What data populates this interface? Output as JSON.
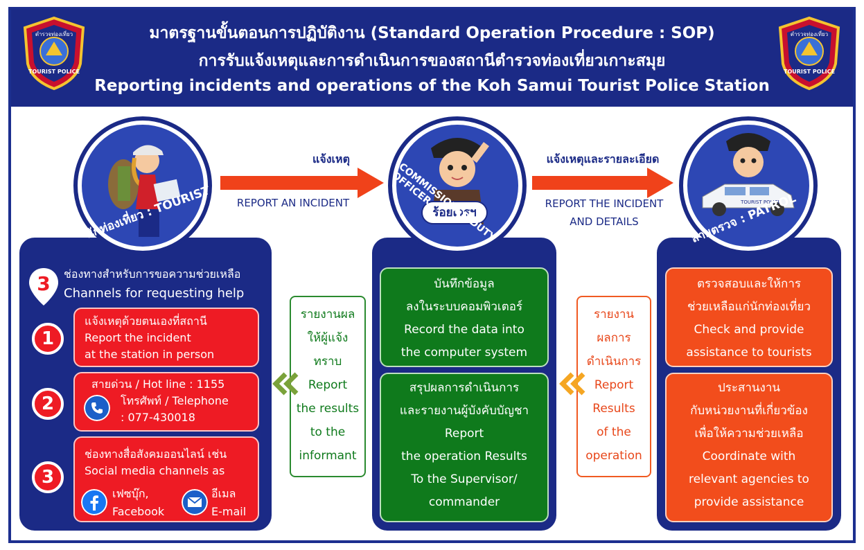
{
  "header": {
    "title_line1": "มาตรฐานขั้นตอนการปฏิบัติงาน (Standard Operation Procedure : SOP)",
    "title_line2": "การรับแจ้งเหตุและการดำเนินการของสถานีตำรวจท่องเที่ยวเกาะสมุย",
    "title_line3": "Reporting incidents and operations of the Koh Samui Tourist Police Station",
    "badge_text_top": "ตำรวจท่องเที่ยว",
    "badge_text_bottom": "TOURIST POLICE"
  },
  "roles": {
    "tourist": "นักท่องเที่ยว : TOURIST",
    "officer": "COMMISSIONED DUTY OFFICER",
    "officer_thai": "ร้อยเวรฯ",
    "patrol": "สายตรวจ : PATROL",
    "car_text": "TOURIST POLICE"
  },
  "arrows": {
    "report_th": "แจ้งเหตุ",
    "report_en": "REPORT AN INCIDENT",
    "details_th": "แจ้งเหตุและรายละเอียด",
    "details_en_1": "REPORT THE INCIDENT",
    "details_en_2": "AND DETAILS"
  },
  "tourist_panel": {
    "big_number": "3",
    "title_th": "ช่องทางสำหรับการขอความช่วยเหลือ",
    "title_en": "Channels for requesting help",
    "channels": [
      {
        "num": "1",
        "line1": "แจ้งเหตุด้วยตนเองที่สถานี",
        "line2": "Report the incident",
        "line3": "at the station in person"
      },
      {
        "num": "2",
        "line1": "สายด่วน / Hot line : 1155",
        "line2": "โทรศัพท์ / Telephone",
        "line3": ": 077-430018"
      },
      {
        "num": "3",
        "line1": "ช่องทางสื่อสังคมออนไลน์ เช่น",
        "line2": "Social media channels as",
        "fb_th": "เฟซบุ๊ก,",
        "fb_en": "Facebook",
        "mail_th": "อีเมล",
        "mail_en": "E-mail"
      }
    ]
  },
  "feedback_left": {
    "line1": "รายงานผล",
    "line2": "ให้ผู้แจ้ง",
    "line3": "ทราบ",
    "line4": "Report",
    "line5": "the results",
    "line6": "to the",
    "line7": "informant"
  },
  "officer_panel": {
    "box1": {
      "line1": "บันทึกข้อมูล",
      "line2": "ลงในระบบคอมพิวเตอร์",
      "line3": "Record the data into",
      "line4": "the computer system"
    },
    "box2": {
      "line1": "สรุปผลการดำเนินการ",
      "line2": "และรายงานผู้บังคับบัญชา",
      "line3": "Report",
      "line4": "the operation Results",
      "line5": "To the Supervisor/",
      "line6": "commander"
    }
  },
  "feedback_right": {
    "line1": "รายงาน",
    "line2": "ผลการ",
    "line3": "ดำเนินการ",
    "line4": "Report",
    "line5": "Results",
    "line6": "of the",
    "line7": "operation"
  },
  "patrol_panel": {
    "box1": {
      "line1": "ตรวจสอบและให้การ",
      "line2": "ช่วยเหลือแก่นักท่องเที่ยว",
      "line3": "Check and provide",
      "line4": "assistance to tourists"
    },
    "box2": {
      "line1": "ประสานงาน",
      "line2": "กับหน่วยงานที่เกี่ยวข้อง",
      "line3": "เพื่อให้ความช่วยเหลือ",
      "line4": "Coordinate with",
      "line5": "relevant agencies to",
      "line6": "provide assistance"
    }
  },
  "colors": {
    "navy": "#1b2a86",
    "green": "#0f7a1c",
    "orange": "#f24d1c",
    "red": "#ee1b24",
    "arrow": "#f0421a"
  }
}
